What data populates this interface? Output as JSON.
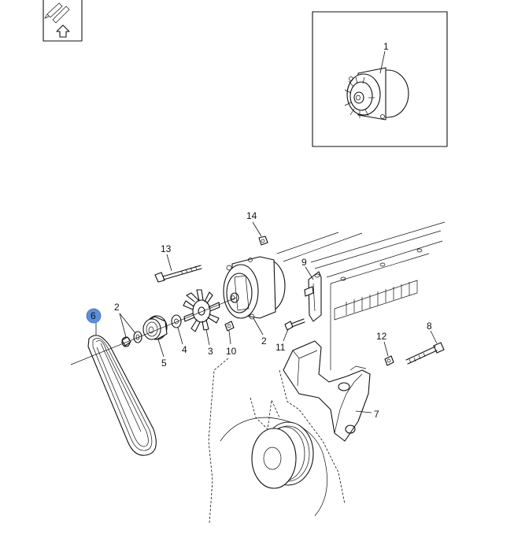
{
  "callouts": {
    "c1": "1",
    "c2a": "2",
    "c2b": "2",
    "c3": "3",
    "c4": "4",
    "c5": "5",
    "c6": "6",
    "c7": "7",
    "c8": "8",
    "c9": "9",
    "c10": "10",
    "c11": "11",
    "c12": "12",
    "c13": "13",
    "c14": "14"
  },
  "highlight": {
    "selected_callout": "6",
    "color": "#5b8fdc"
  },
  "icons": {
    "corner_badge": "pencil-icon",
    "arrow": "up-arrow-icon"
  }
}
